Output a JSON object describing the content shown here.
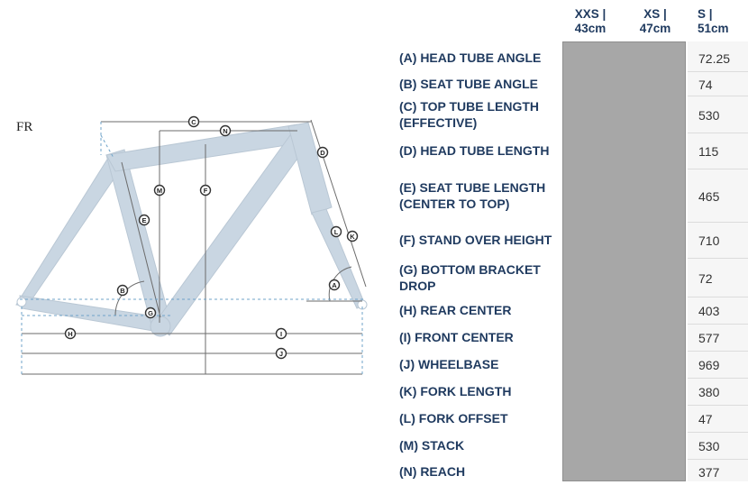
{
  "diagram": {
    "frame_label": "FR",
    "markers": [
      "A",
      "B",
      "C",
      "D",
      "E",
      "F",
      "G",
      "H",
      "I",
      "J",
      "K",
      "L",
      "M",
      "N"
    ]
  },
  "table": {
    "columns": [
      {
        "line1": "XXS |",
        "line2": "43cm"
      },
      {
        "line1": "XS |",
        "line2": "47cm"
      },
      {
        "line1": "S |",
        "line2": "51cm"
      }
    ],
    "rows": [
      {
        "label": "(A) HEAD TUBE ANGLE",
        "s": "72.25"
      },
      {
        "label": "(B) SEAT TUBE ANGLE",
        "s": "74"
      },
      {
        "label": "(C) TOP TUBE LENGTH (EFFECTIVE)",
        "s": "530"
      },
      {
        "label": "(D) HEAD TUBE LENGTH",
        "s": "115"
      },
      {
        "label": "(E) SEAT TUBE LENGTH (CENTER TO TOP)",
        "s": "465"
      },
      {
        "label": "(F) STAND OVER HEIGHT",
        "s": "710"
      },
      {
        "label": "(G) BOTTOM BRACKET DROP",
        "s": "72"
      },
      {
        "label": "(H) REAR CENTER",
        "s": "403"
      },
      {
        "label": "(I) FRONT CENTER",
        "s": "577"
      },
      {
        "label": "(J) WHEELBASE",
        "s": "969"
      },
      {
        "label": "(K) FORK LENGTH",
        "s": "380"
      },
      {
        "label": "(L) FORK OFFSET",
        "s": "47"
      },
      {
        "label": "(M) STACK",
        "s": "530"
      },
      {
        "label": "(N) REACH",
        "s": "377"
      }
    ]
  },
  "colors": {
    "frame": "#c9d6e2",
    "dim_line": "#6b6b6b",
    "blue_dash": "#6fa3c9",
    "label_text": "#1f3a5f",
    "grey_cells": "#a7a7a7"
  }
}
